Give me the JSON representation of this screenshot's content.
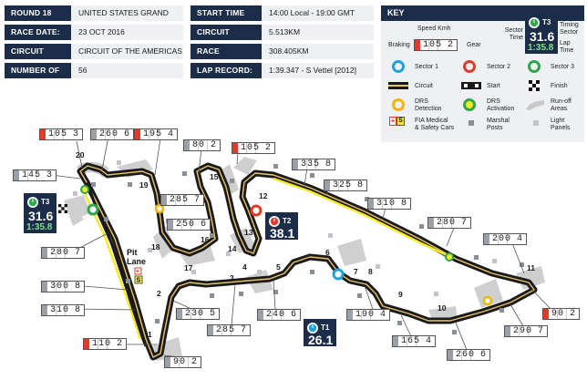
{
  "info": {
    "round": {
      "label": "ROUND 18",
      "value": "UNITED STATES GRAND PRIX"
    },
    "race_date": {
      "label": "RACE DATE:",
      "value": "23 OCT 2016"
    },
    "circuit_name": {
      "label": "CIRCUIT NAME:",
      "value": "CIRCUIT OF THE AMERICAS"
    },
    "number_of_laps": {
      "label": "NUMBER OF LAPS:",
      "value": "56"
    },
    "start_time": {
      "label": "START TIME",
      "value": "14:00 Local - 19:00 GMT"
    },
    "circuit_length": {
      "label": "CIRCUIT LENGTH:",
      "value": "5.513KM"
    },
    "race_distance": {
      "label": "RACE DISTANCE:",
      "value": "308.405KM"
    },
    "lap_record": {
      "label": "LAP RECORD:",
      "value": "1:39.347 - S Vettel [2012]"
    }
  },
  "key": {
    "title": "KEY",
    "speed_kmh": "Speed Kmh",
    "braking": "Braking",
    "gear": "Gear",
    "speed_example": "105",
    "gear_example": "2",
    "sector_time": "Sector\nTime",
    "timing_sector": "Timing\nSector",
    "lap_time": "Lap\nTime",
    "badge_sector": "T3",
    "badge_time": "31.6",
    "badge_lap": "1:35.8",
    "sector1": "Sector 1",
    "sector2": "Sector 2",
    "sector3": "Sector 3",
    "circuit": "Circuit",
    "start": "Start",
    "finish": "Finish",
    "drs_detection": "DRS\nDetection",
    "drs_activation": "DRS\nActivation",
    "runoff": "Run-off\nAreas",
    "fia_medical": "FIA Medical\n& Safety Cars",
    "marshal_posts": "Marshal\nPosts",
    "light_panels": "Light\nPanels",
    "fia_symbol": "+S"
  },
  "speeds": [
    {
      "id": "s1",
      "speed": "105",
      "gear": "3",
      "brake": true
    },
    {
      "id": "s2",
      "speed": "260",
      "gear": "6",
      "brake": false
    },
    {
      "id": "s3",
      "speed": "195",
      "gear": "4",
      "brake": true
    },
    {
      "id": "s4",
      "speed": "80",
      "gear": "2",
      "brake": false
    },
    {
      "id": "s5",
      "speed": "105",
      "gear": "2",
      "brake": true
    },
    {
      "id": "s6",
      "speed": "335",
      "gear": "8",
      "brake": false
    },
    {
      "id": "s7",
      "speed": "145",
      "gear": "3",
      "brake": false
    },
    {
      "id": "s8",
      "speed": "285",
      "gear": "7",
      "brake": false
    },
    {
      "id": "s9",
      "speed": "325",
      "gear": "8",
      "brake": false
    },
    {
      "id": "s10",
      "speed": "310",
      "gear": "8",
      "brake": false
    },
    {
      "id": "s11",
      "speed": "250",
      "gear": "6",
      "brake": false
    },
    {
      "id": "s12",
      "speed": "280",
      "gear": "7",
      "brake": false
    },
    {
      "id": "s13",
      "speed": "280",
      "gear": "7",
      "brake": false
    },
    {
      "id": "s14",
      "speed": "200",
      "gear": "4",
      "brake": false
    },
    {
      "id": "s15",
      "speed": "300",
      "gear": "8",
      "brake": false
    },
    {
      "id": "s16",
      "speed": "310",
      "gear": "8",
      "brake": false
    },
    {
      "id": "s17",
      "speed": "230",
      "gear": "5",
      "brake": false
    },
    {
      "id": "s18",
      "speed": "240",
      "gear": "6",
      "brake": false
    },
    {
      "id": "s19",
      "speed": "190",
      "gear": "4",
      "brake": false
    },
    {
      "id": "s20",
      "speed": "285",
      "gear": "7",
      "brake": false
    },
    {
      "id": "s21",
      "speed": "110",
      "gear": "2",
      "brake": true
    },
    {
      "id": "s22",
      "speed": "90",
      "gear": "2",
      "brake": false
    },
    {
      "id": "s23",
      "speed": "165",
      "gear": "4",
      "brake": false
    },
    {
      "id": "s24",
      "speed": "260",
      "gear": "6",
      "brake": false
    },
    {
      "id": "s25",
      "speed": "290",
      "gear": "7",
      "brake": false
    },
    {
      "id": "s26",
      "speed": "90",
      "gear": "2",
      "brake": true
    }
  ],
  "sectors": [
    {
      "id": "t3",
      "label": "T3",
      "time": "31.6",
      "lap": "1:35.8"
    },
    {
      "id": "t2",
      "label": "T2",
      "time": "38.1"
    },
    {
      "id": "t1",
      "label": "T1",
      "time": "26.1"
    }
  ],
  "corners": [
    "1",
    "2",
    "3",
    "4",
    "5",
    "6",
    "7",
    "8",
    "9",
    "10",
    "11",
    "12",
    "13",
    "14",
    "15",
    "16",
    "17",
    "18",
    "19",
    "20"
  ],
  "pit_lane": "Pit\nLane",
  "colors": {
    "navy": "#1c2d4a",
    "sector1": "#1fa3d8",
    "sector2": "#e23b2a",
    "sector3": "#2ea84a",
    "drs": "#f2b400",
    "drs_zone": "#f5ea2a",
    "runoff": "#c8c8c8"
  }
}
